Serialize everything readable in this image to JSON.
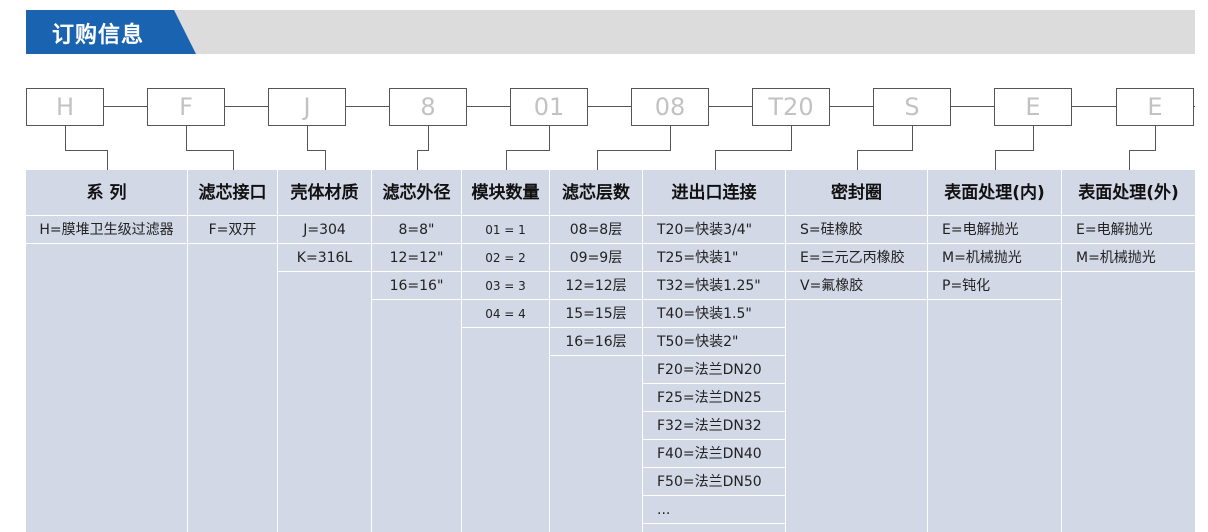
{
  "title": "订购信息",
  "codes": [
    "H",
    "F",
    "J",
    "8",
    "01",
    "08",
    "T20",
    "S",
    "E",
    "E"
  ],
  "columns": [
    {
      "header": "系 列",
      "items": [
        "H=膜堆卫生级过滤器"
      ]
    },
    {
      "header": "滤芯接口",
      "items": [
        "F=双开"
      ]
    },
    {
      "header": "壳体材质",
      "items": [
        "J=304",
        "K=316L"
      ]
    },
    {
      "header": "滤芯外径",
      "items": [
        "8=8\"",
        "12=12\"",
        "16=16\""
      ]
    },
    {
      "header": "模块数量",
      "items": [
        "01 = 1",
        "02 = 2",
        "03 = 3",
        "04 = 4"
      ]
    },
    {
      "header": "滤芯层数",
      "items": [
        "08=8层",
        "09=9层",
        "12=12层",
        "15=15层",
        "16=16层"
      ]
    },
    {
      "header": "进出口连接",
      "items": [
        "T20=快装3/4\"",
        "T25=快装1\"",
        "T32=快装1.25\"",
        "T40=快装1.5\"",
        "T50=快装2\"",
        "F20=法兰DN20",
        "F25=法兰DN25",
        "F32=法兰DN32",
        "F40=法兰DN40",
        "F50=法兰DN50",
        "..."
      ]
    },
    {
      "header": "密封圈",
      "items": [
        "S=硅橡胶",
        "E=三元乙丙橡胶",
        "V=氟橡胶"
      ]
    },
    {
      "header": "表面处理(内)",
      "items": [
        "E=电解抛光",
        "M=机械抛光",
        "P=钝化"
      ]
    },
    {
      "header": "表面处理(外)",
      "items": [
        "E=电解抛光",
        "M=机械抛光"
      ]
    }
  ]
}
